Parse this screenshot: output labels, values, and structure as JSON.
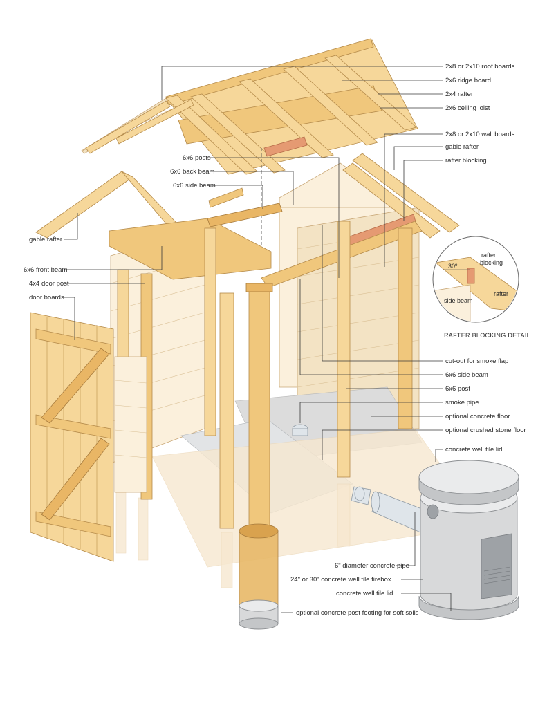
{
  "labels": {
    "roof_boards": "2x8 or 2x10 roof boards",
    "ridge_board": "2x6 ridge board",
    "rafter": "2x4 rafter",
    "ceiling_joist": "2x6 ceiling joist",
    "wall_boards": "2x8 or 2x10 wall boards",
    "gable_rafter_right": "gable rafter",
    "rafter_blocking": "rafter blocking",
    "posts": "6x6 posts",
    "back_beam": "6x6 back beam",
    "side_beam_top": "6x6 side beam",
    "gable_rafter_left": "gable rafter",
    "front_beam": "6x6 front beam",
    "door_post": "4x4 door post",
    "door_boards": "door boards",
    "smoke_flap": "cut-out for smoke flap",
    "side_beam": "6x6 side beam",
    "post": "6x6 post",
    "smoke_pipe": "smoke pipe",
    "concrete_floor": "optional concrete floor",
    "stone_floor": "optional crushed stone floor",
    "well_tile_lid_top": "concrete well tile lid",
    "concrete_pipe": "6\" diameter concrete pipe",
    "firebox": "24\" or 30\" concrete well tile firebox",
    "well_tile_lid_bottom": "concrete well tile lid",
    "post_footing": "optional concrete post footing for soft soils"
  },
  "detail": {
    "angle": "30º",
    "rafter_blocking_1": "rafter",
    "rafter_blocking_2": "blocking",
    "side_beam": "side beam",
    "rafter": "rafter",
    "caption": "RAFTER BLOCKING DETAIL"
  }
}
